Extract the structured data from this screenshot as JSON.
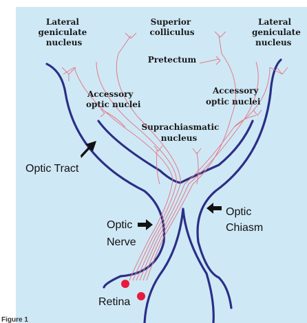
{
  "labels": {
    "lgn_left": [
      "Lateral",
      "geniculate",
      "nucleus"
    ],
    "superior_colliculus": [
      "Superior",
      "colliculus"
    ],
    "lgn_right": [
      "Lateral",
      "geniculate",
      "nucleus"
    ],
    "pretectum": "Pretectum",
    "accessory_left": [
      "Accessory",
      "optic nuclei"
    ],
    "accessory_right": [
      "Accessory",
      "optic nuclei"
    ],
    "suprachiasmatic": [
      "Suprachiasmatic",
      "nucleus"
    ],
    "optic_tract": "Optic Tract",
    "optic_nerve": [
      "Optic",
      "Nerve"
    ],
    "optic_chiasm": [
      "Optic",
      "Chiasm"
    ],
    "retina": "Retina",
    "caption": "Figure 1"
  },
  "colors": {
    "background": "#cfe8f6",
    "tract": "#2b2f86",
    "fibers": "#e47a86",
    "retina": "#e8193c"
  }
}
